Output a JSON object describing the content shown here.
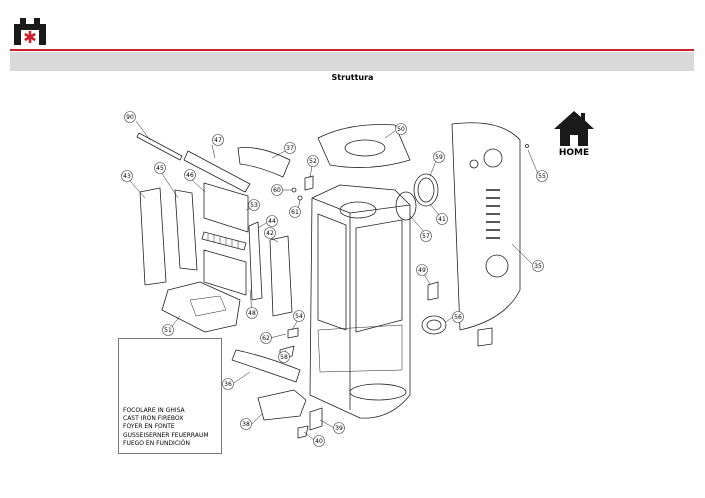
{
  "header": {
    "title": "Struttura"
  },
  "home_button": {
    "label": "HOME",
    "icon": "house-icon"
  },
  "callouts": [
    "90",
    "47",
    "37",
    "50",
    "43",
    "45",
    "46",
    "52",
    "60",
    "53",
    "61",
    "59",
    "55",
    "44",
    "42",
    "57",
    "41",
    "35",
    "49",
    "48",
    "54",
    "56",
    "51",
    "62",
    "58",
    "36",
    "38",
    "39",
    "40"
  ],
  "inset": {
    "legend": [
      "FOCOLARE IN GHISA",
      "CAST IRON FIREBOX",
      "FOYER EN FONTE",
      "GUSSEISERNER FEUERRAUM",
      "FUEGO EN FUNDICIÓN"
    ]
  },
  "colors": {
    "brand_red": "#c8202a",
    "band_grey": "#d9d9d9"
  }
}
